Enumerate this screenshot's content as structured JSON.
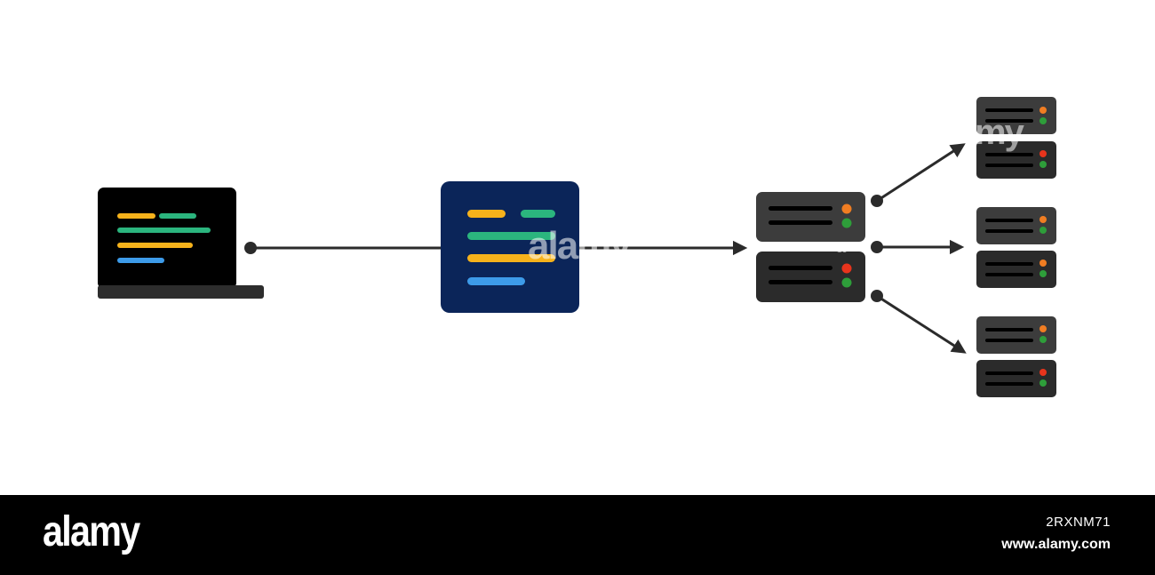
{
  "colors": {
    "laptop_screen": "#000000",
    "laptop_base": "#2d2d2d",
    "panel_background": "#0b2559",
    "server_light": "#3c3c3c",
    "server_dark": "#2b2b2b",
    "server_stripe": "#000000",
    "code_yellow": "#f6b21b",
    "code_green": "#2bb57e",
    "code_blue": "#3d9be9",
    "led_orange": "#f07d22",
    "led_red": "#e8341c",
    "led_green": "#2e9e3a",
    "connector": "#2b2b2b"
  },
  "nodes": {
    "laptop": {
      "icon": "laptop-code-icon"
    },
    "code_panel": {
      "icon": "code-editor-icon"
    },
    "main_server": {
      "icon": "server-stack-icon",
      "leds": [
        "orange",
        "red"
      ]
    },
    "target_servers": [
      {
        "icon": "server-stack-icon",
        "leds": [
          "orange",
          "red"
        ]
      },
      {
        "icon": "server-stack-icon",
        "leds": [
          "orange",
          "orange"
        ]
      },
      {
        "icon": "server-stack-icon",
        "leds": [
          "orange",
          "red"
        ]
      }
    ]
  },
  "watermark": {
    "main": "alamy",
    "small": "a",
    "corner": "my"
  },
  "footer": {
    "brand": "alamy",
    "image_id": "2RXNM71",
    "url": "www.alamy.com"
  }
}
